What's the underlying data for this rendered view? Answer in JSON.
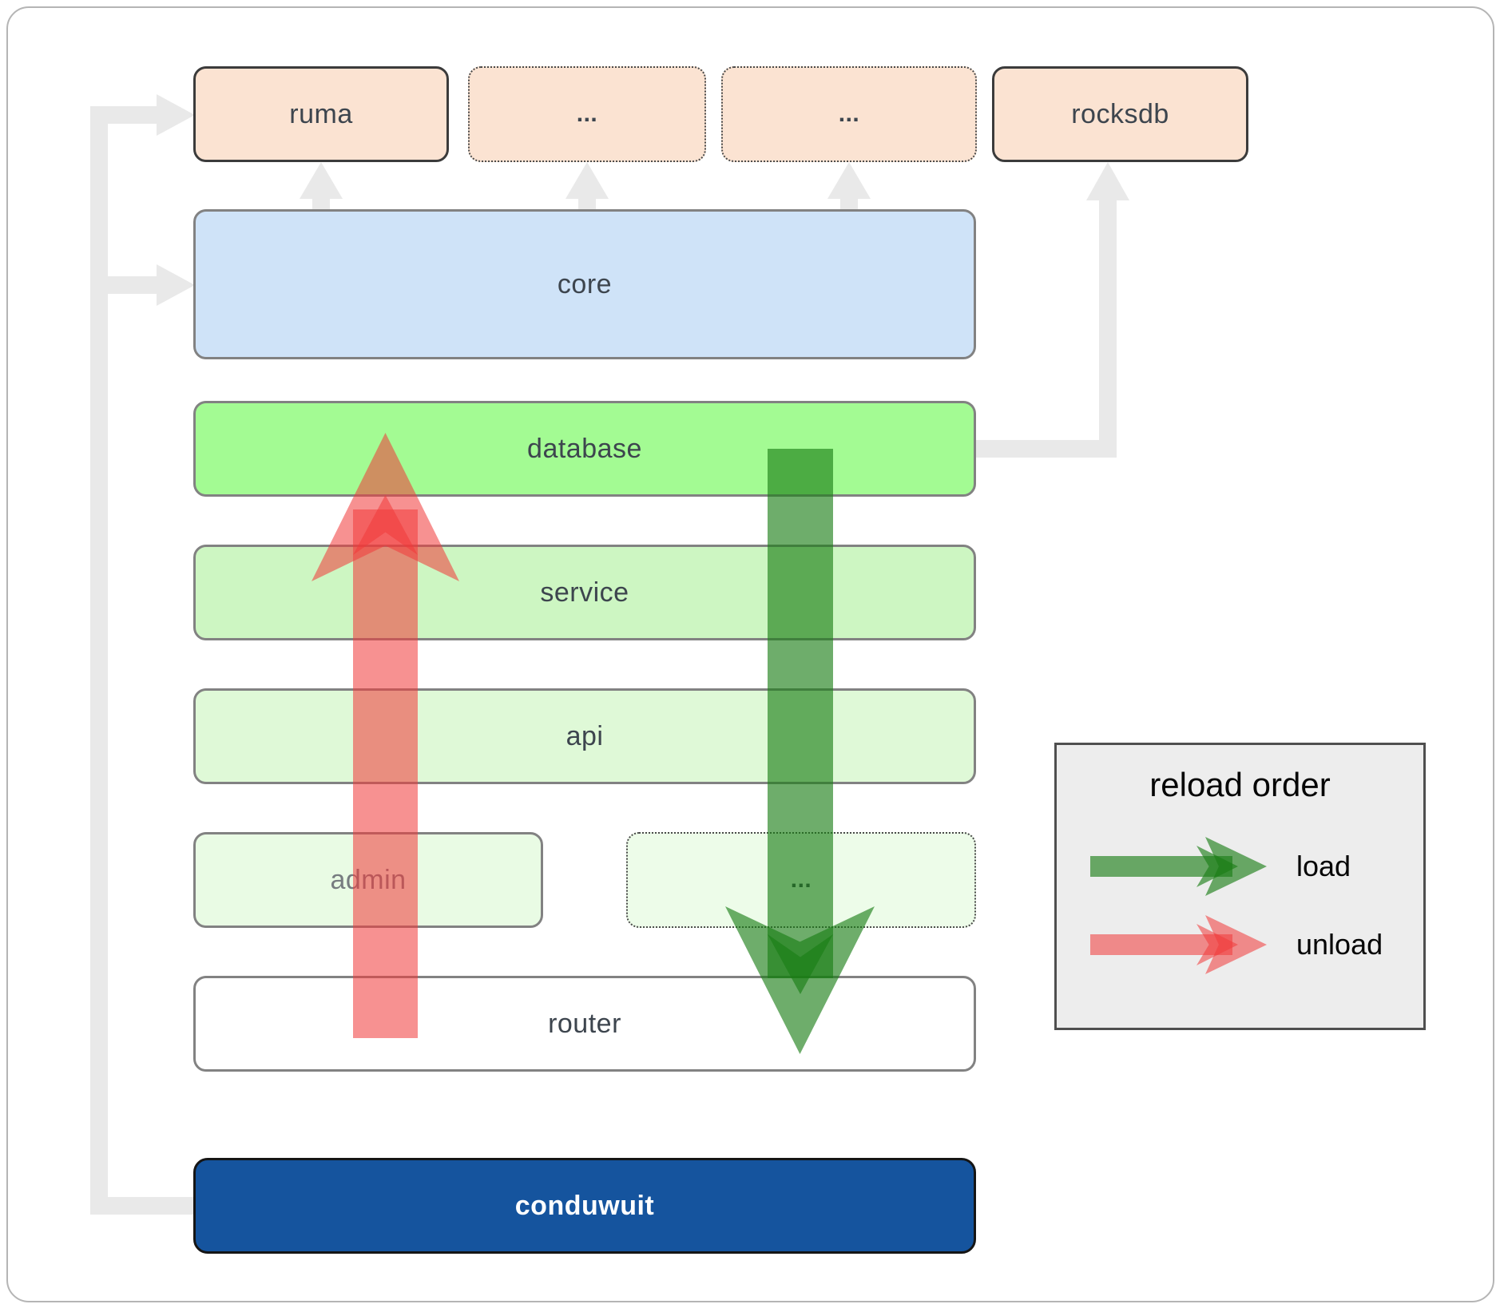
{
  "boxes": {
    "ruma": "ruma",
    "top_dots_1": "...",
    "top_dots_2": "...",
    "rocksdb": "rocksdb",
    "core": "core",
    "database": "database",
    "service": "service",
    "api": "api",
    "admin": "admin",
    "admin_dots": "...",
    "router": "router",
    "conduwuit": "conduwuit"
  },
  "legend": {
    "title": "reload order",
    "load_label": "load",
    "unload_label": "unload"
  },
  "colors": {
    "load_arrow_green": "#1f7d14",
    "unload_arrow_red": "#f03a3a",
    "connector_gray": "#e9e9e9",
    "crate_peach": "#fbe3d2",
    "core_blue": "#cfe3f8",
    "database_green": "#a3fb93",
    "service_green": "#cdf6c2",
    "api_green": "#dff9d7",
    "admin_green": "#e9fbe4",
    "conduwuit_blue": "#15549e",
    "legend_background": "#ededed"
  }
}
